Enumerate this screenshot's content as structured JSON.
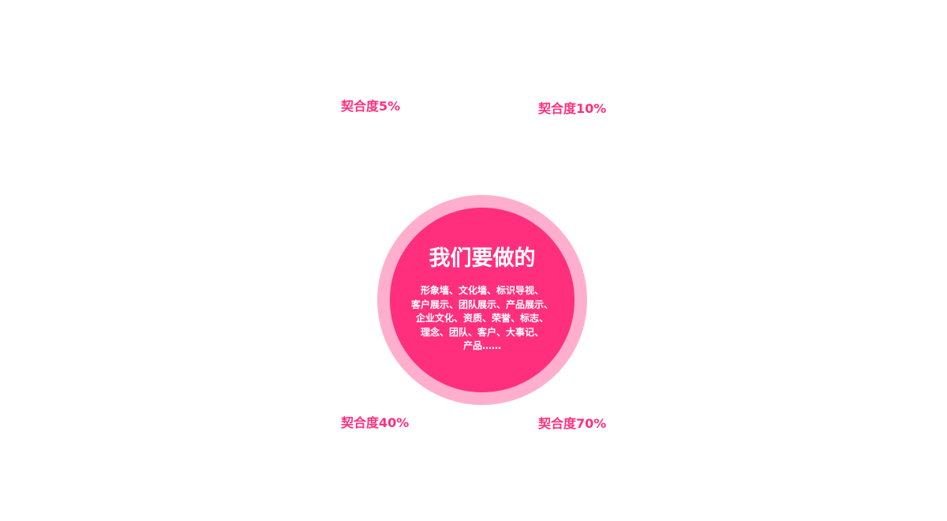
{
  "colors": {
    "accent": "#ff2f7e",
    "ring": "#ffafcd",
    "label": "#ff2f7e"
  },
  "labels": {
    "top_left": "契合度5%",
    "top_right": "契合度10%",
    "bottom_left": "契合度40%",
    "bottom_right": "契合度70%"
  },
  "center": {
    "title": "我们要做的",
    "body_lines": [
      "形象墙、文化墙、标识导视、",
      "客户展示、团队展示、产品展示、",
      "企业文化、资质、荣誉、标志、",
      "理念、团队、客户、大事记、",
      "产品……"
    ]
  }
}
